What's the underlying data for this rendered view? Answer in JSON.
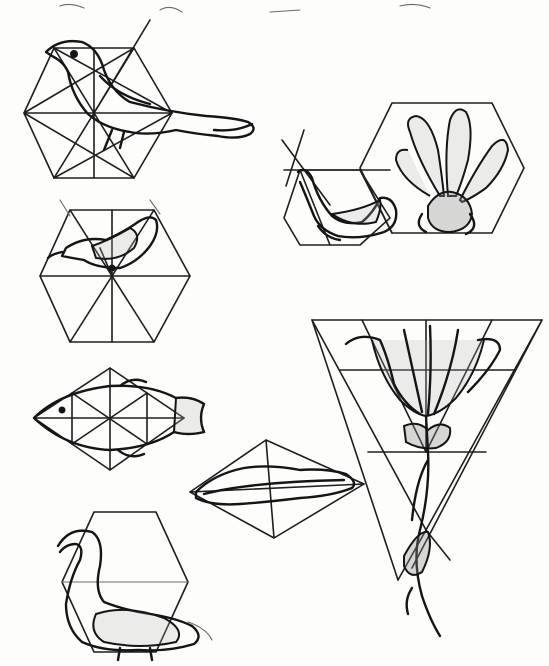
{
  "sketches": [
    {
      "id": "bird-in-hexagon",
      "icon": "bird-icon"
    },
    {
      "id": "duck-and-flower-hexagons",
      "icon": "duck-icon"
    },
    {
      "id": "bird-on-half-hexagon",
      "icon": "bird-icon"
    },
    {
      "id": "tulip-in-triangle",
      "icon": "tulip-icon"
    },
    {
      "id": "fish-in-rhombus",
      "icon": "fish-icon"
    },
    {
      "id": "leaf-in-rhombus",
      "icon": "leaf-icon"
    },
    {
      "id": "swan-in-hexagon",
      "icon": "swan-icon"
    }
  ],
  "colors": {
    "paper": "#fdfdfb",
    "ink": "#151515",
    "shade": "#8c8c8c"
  }
}
